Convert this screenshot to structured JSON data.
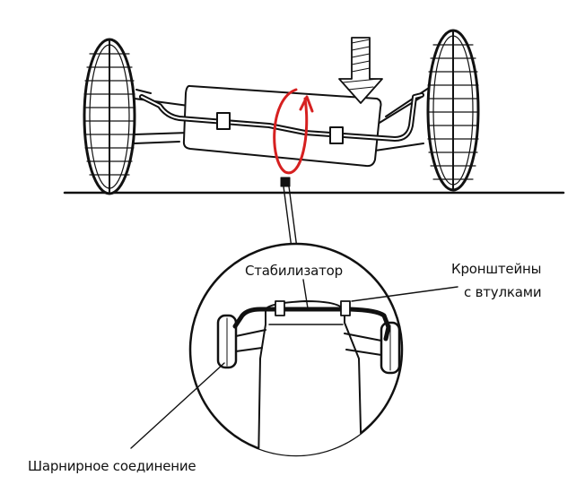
{
  "labels": {
    "stabilizer": "Стабилизатор",
    "brackets_line1": "Кронштейны",
    "brackets_line2": "с втулками",
    "ball_joint": "Шарнирное соединение"
  },
  "colors": {
    "ink": "#111111",
    "rotation_arrow": "#d62020",
    "background": "#ffffff"
  },
  "icons": {
    "load_arrow": "down-arrow-icon",
    "rotation": "rotation-arrow-icon"
  }
}
